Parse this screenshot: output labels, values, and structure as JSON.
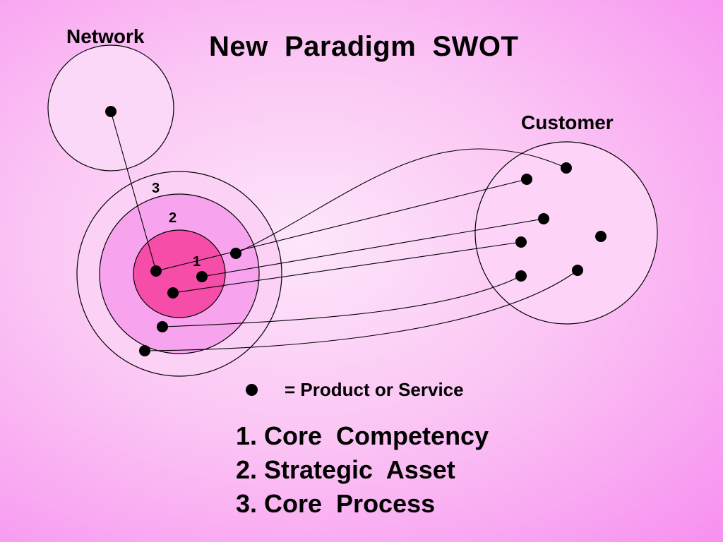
{
  "title": "New  Paradigm  SWOT",
  "labels": {
    "network": "Network",
    "customer": "Customer",
    "ring3": "3",
    "ring2": "2",
    "ring1": "1"
  },
  "legend": {
    "text": "=  Product  or  Service"
  },
  "key_list": [
    "1. Core  Competency",
    "2. Strategic  Asset",
    "3. Core  Process"
  ],
  "colors": {
    "core_fill": "#f54da8",
    "ring2_fill": "#f7a3ee",
    "ring3_fill": "#fbd1f6",
    "network_fill": "#fcd8f8",
    "customer_fill": "#fdd4f7"
  }
}
